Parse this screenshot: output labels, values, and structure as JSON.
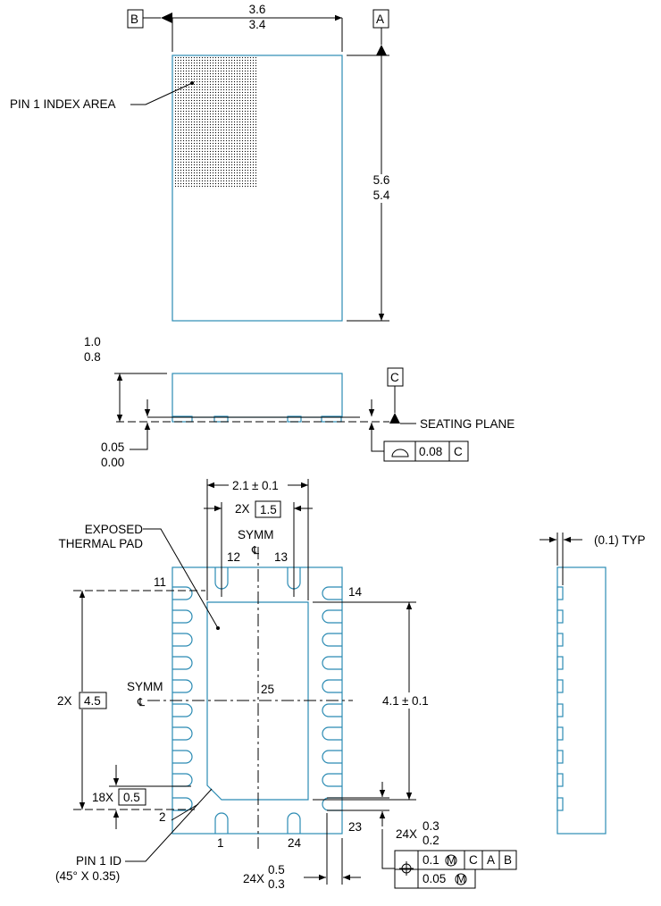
{
  "top_view": {
    "datum_b": "B",
    "datum_a": "A",
    "width_max": "3.6",
    "width_min": "3.4",
    "length_max": "5.6",
    "length_min": "5.4",
    "pin1_index_label": "PIN 1 INDEX AREA"
  },
  "side_view": {
    "height_max": "1.0",
    "height_min": "0.8",
    "standoff_max": "0.05",
    "standoff_min": "0.00",
    "datum_c": "C",
    "seating_plane": "SEATING PLANE",
    "flatness_value": "0.08",
    "flatness_datum": "C"
  },
  "bottom_view": {
    "pad_width": "2.1",
    "pad_width_tol": "±",
    "pad_width_tol_value": "0.1",
    "pitch_count_h": "2X",
    "pitch_h_value": "1.5",
    "symm_top": "SYMM",
    "exposed_pad_label_1": "EXPOSED",
    "exposed_pad_label_2": "THERMAL PAD",
    "pin_11": "11",
    "pin_12": "12",
    "pin_13": "13",
    "pin_14": "14",
    "pin_2": "2",
    "pin_1": "1",
    "pin_24": "24",
    "pin_23": "23",
    "pin_25": "25",
    "symm_left": "SYMM",
    "span_count": "2X",
    "span_value": "4.5",
    "pad_length": "4.1",
    "pad_length_tol": "±",
    "pad_length_tol_value": "0.1",
    "pitch_count_v": "18X",
    "pitch_v_value": "0.5",
    "lead_count": "24X",
    "lead_len_max": "0.3",
    "lead_len_min": "0.2",
    "lead_w_count": "24X",
    "lead_w_max": "0.5",
    "lead_w_min": "0.3",
    "pos_tol_1": "0.1",
    "pos_datum_c": "C",
    "pos_datum_a": "A",
    "pos_datum_b": "B",
    "pos_tol_2": "0.05",
    "pin1_id_label": "PIN 1 ID",
    "pin1_id_chamfer": "(45° X 0.35)"
  },
  "end_view": {
    "offset_label": "(0.1) TYP"
  },
  "colors": {
    "outline": "#2b8bb3",
    "line": "#000000"
  }
}
